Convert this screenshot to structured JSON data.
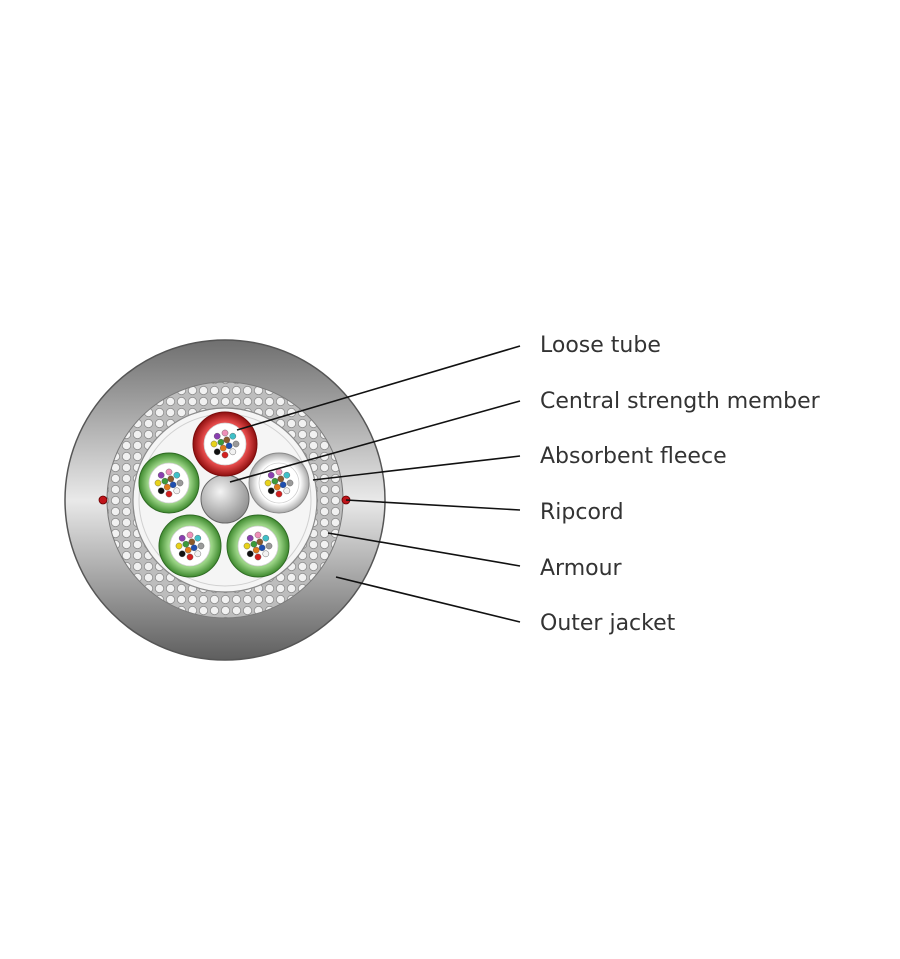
{
  "labels": [
    "Loose tube",
    "Central strength member",
    "Absorbent fleece",
    "Ripcord",
    "Armour",
    "Outer jacket"
  ],
  "colors": {
    "jacket_dark": "#6a6a6a",
    "jacket_light": "#e6e6e6",
    "armour": "#cfcfcf",
    "fleece": "#f4f4f4",
    "tube_red": "#c41e1e",
    "tube_green": "#5fb04c",
    "tube_white": "#e4e4e4",
    "ripcord": "#c0141a",
    "leader_line": "#111111"
  },
  "tubes": [
    {
      "color": "tube_red"
    },
    {
      "color": "tube_white"
    },
    {
      "color": "tube_green"
    },
    {
      "color": "tube_green"
    },
    {
      "color": "tube_green"
    }
  ],
  "fiber_colors": [
    "#1e4fb0",
    "#e07b1a",
    "#3a9a3a",
    "#8b5a2b",
    "#9a9a9a",
    "#f2f2f2",
    "#d42020",
    "#111111",
    "#e8d21a",
    "#8a3fb0",
    "#ef8fb8",
    "#3fc0c8"
  ]
}
